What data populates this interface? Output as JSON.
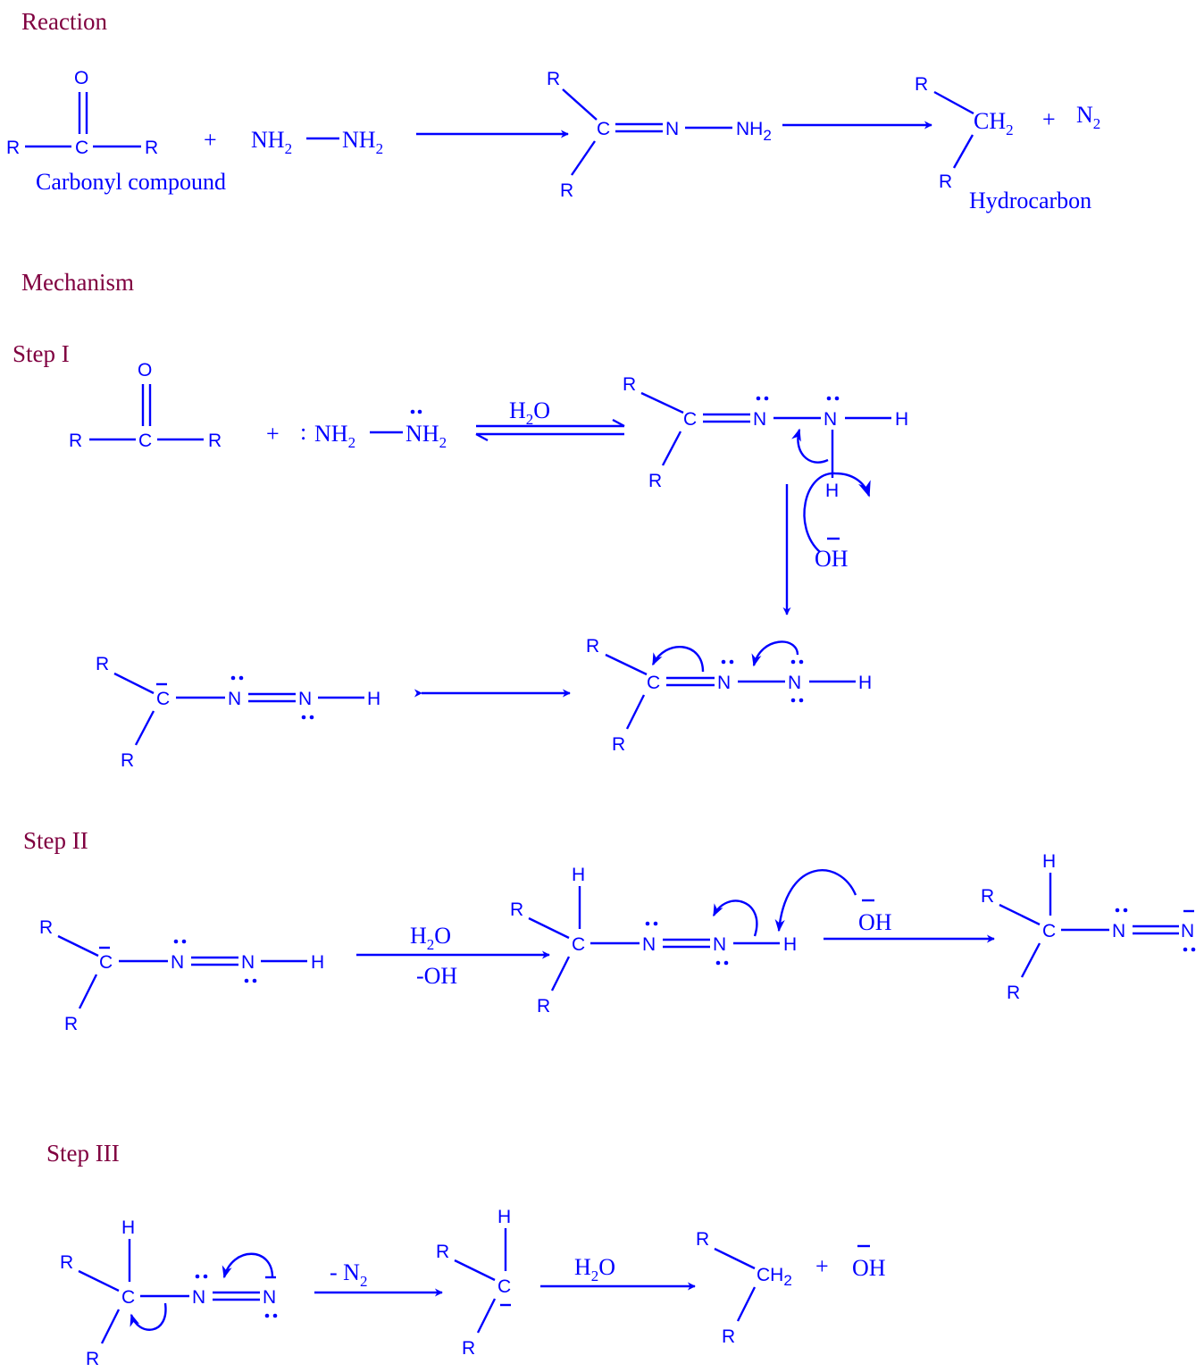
{
  "labels": {
    "reaction": "Reaction",
    "mechanism": "Mechanism",
    "step1": "Step I",
    "step2": "Step II",
    "step3": "Step III"
  },
  "atoms": {
    "R": "R",
    "C": "C",
    "O": "O",
    "N": "N",
    "H": "H",
    "NH": "NH",
    "CH": "CH",
    "OH": "OH",
    "sub2": "2",
    "minus": "–",
    "plus": "+",
    "colon": ":"
  },
  "captions": {
    "carbonyl": "Carbonyl compound",
    "hydrocarbon": "Hydrocarbon"
  },
  "conditions": {
    "H": "H",
    "O": "O",
    "sub2": "2",
    "minus_oh": "-OH",
    "minus_n2_prefix": "-  N",
    "oh": "OH"
  },
  "colors": {
    "structure": "#0000ff",
    "heading": "#800040"
  }
}
